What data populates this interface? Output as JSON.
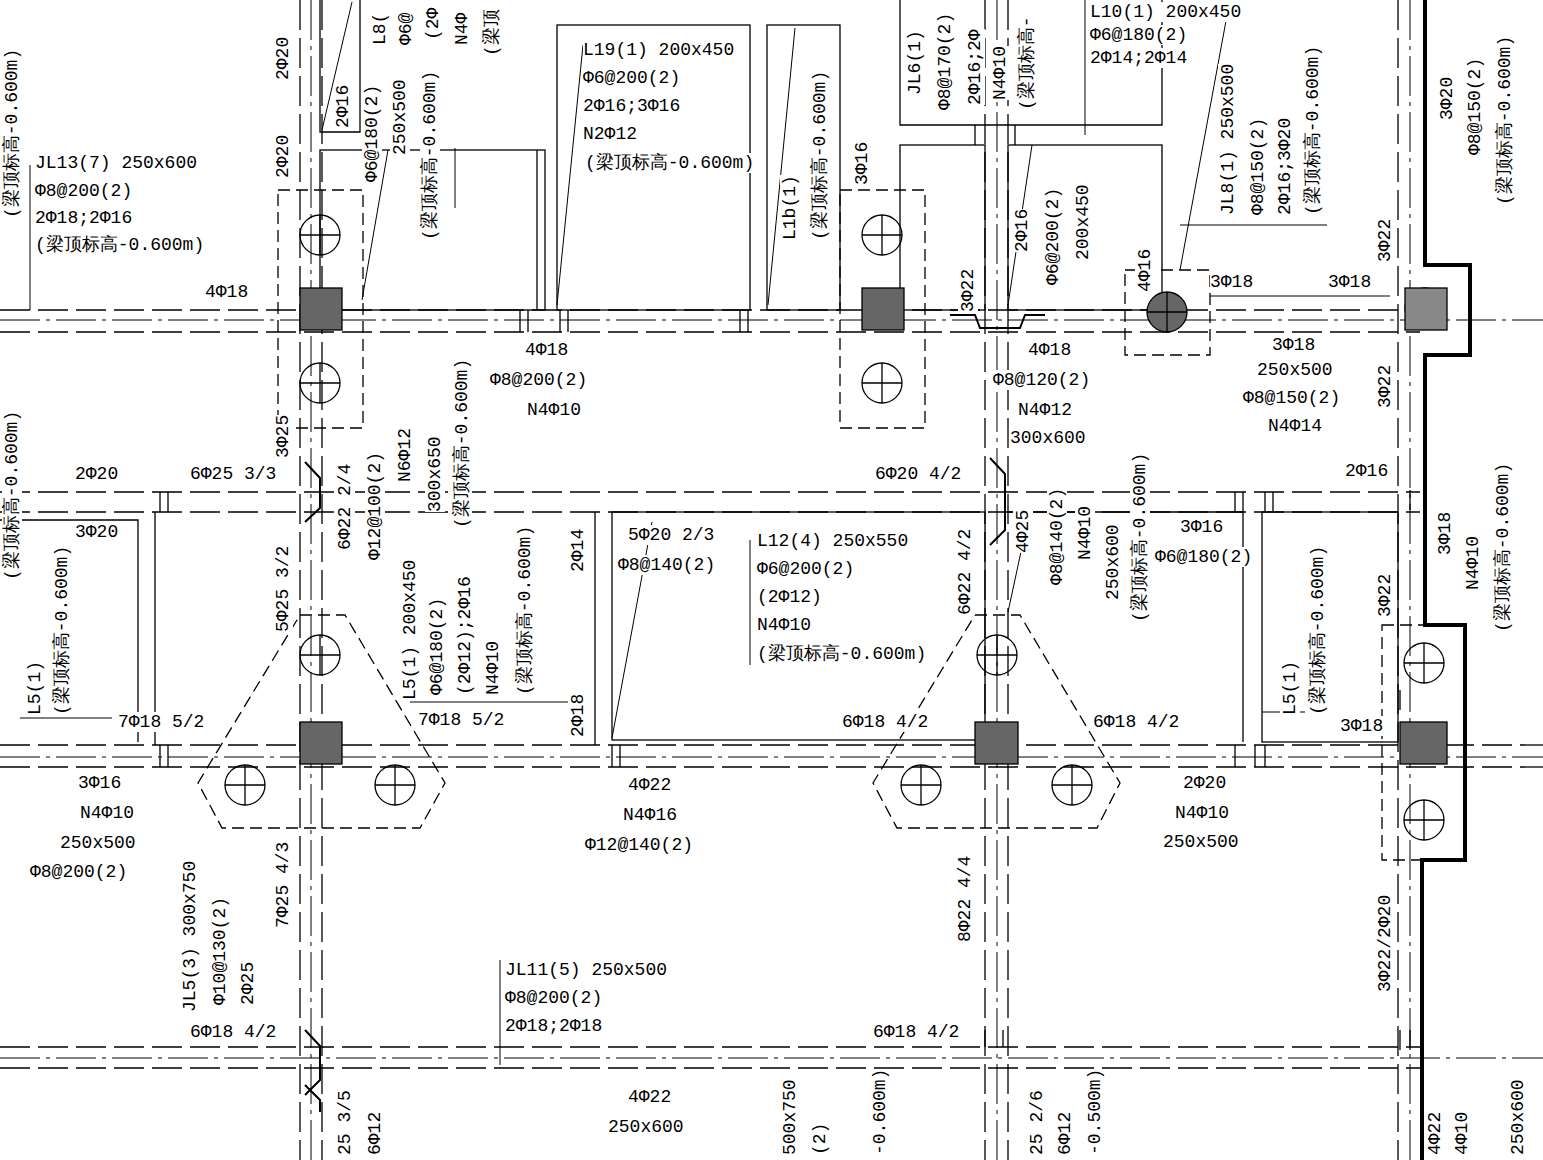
{
  "diagram": {
    "labels": [
      "(梁顶标高-0.600m)",
      "JL13(7) 250x600",
      "Φ8@200(2)",
      "2Φ18;2Φ16",
      "(梁顶标高-0.600m)",
      "4Φ18",
      "2Φ20",
      "2Φ20",
      "2Φ16",
      "Φ6@180(2)",
      "250x500",
      "(梁顶标高-0.600m)",
      "L8(",
      "Φ6@",
      "(2Φ",
      "N4Φ",
      "(梁顶",
      "L19(1) 200x450",
      "Φ6@200(2)",
      "2Φ16;3Φ16",
      "N2Φ12",
      "(梁顶标高-0.600m)",
      "L1b(1)",
      "(梁顶标高-0.600m)",
      "3Φ16",
      "3Φ22",
      "2Φ16",
      "Φ6@200(2)",
      "200x450",
      "JL6(1)",
      "Φ8@170(2)",
      "2Φ16;2Φ",
      "N4Φ10",
      "(梁顶标高-",
      "L10(1) 200x450",
      "Φ6@180(2)",
      "2Φ14;2Φ14",
      "JL8(1) 250x500",
      "Φ8@150(2)",
      "2Φ16;3Φ20",
      "(梁顶标高-0.600m)",
      "4Φ16",
      "3Φ18",
      "3Φ18",
      "3Φ22",
      "3Φ20",
      "Φ8@150(2)",
      "(梁顶标高-0.600m)",
      "4Φ18",
      "Φ8@200(2)",
      "N4Φ10",
      "4Φ18",
      "Φ8@120(2)",
      "N4Φ12",
      "300x600",
      "3Φ18",
      "250x500",
      "Φ8@150(2)",
      "N4Φ14",
      "3Φ22",
      "3Φ25",
      "(梁顶标高-0.600m)",
      "2Φ20",
      "6Φ25 3/3",
      "3Φ20",
      "6Φ22 2/4",
      "Φ12@100(2)",
      "N6Φ12",
      "300x650",
      "(梁顶标高-0.600m)",
      "L5(1) 200x450",
      "Φ6@180(2)",
      "(2Φ12);2Φ16",
      "N4Φ10",
      "(梁顶标高-0.600m)",
      "5Φ25 3/2",
      "L5(1)",
      "(梁顶标高-0.600m)",
      "2Φ14",
      "2Φ18",
      "5Φ20 2/3",
      "Φ8@140(2)",
      "L12(4) 250x550",
      "Φ6@200(2)",
      "(2Φ12)",
      "N4Φ10",
      "(梁顶标高-0.600m)",
      "6Φ20 4/2",
      "6Φ22 4/2",
      "4Φ25",
      "Φ8@140(2)",
      "N4Φ10",
      "250x600",
      "(梁顶标高-0.600m)",
      "3Φ16",
      "Φ6@180(2)",
      "L5(1)",
      "(梁顶标高-0.600m)",
      "2Φ16",
      "3Φ22",
      "3Φ18",
      "N4Φ10",
      "(梁顶标高-0.600m)",
      "7Φ18 5/2",
      "7Φ18 5/2",
      "6Φ18 4/2",
      "6Φ18 4/2",
      "3Φ18",
      "3Φ16",
      "N4Φ10",
      "250x500",
      "Φ8@200(2)",
      "4Φ22",
      "N4Φ16",
      "Φ12@140(2)",
      "2Φ20",
      "N4Φ10",
      "250x500",
      "7Φ25 4/3",
      "8Φ22 4/4",
      "JL5(3) 300x750",
      "Φ10@130(2)",
      "2Φ25",
      "3Φ22/2Φ20",
      "JL11(5) 250x500",
      "Φ8@200(2)",
      "2Φ18;2Φ18",
      "6Φ18 4/2",
      "6Φ18 4/2",
      "4Φ22",
      "250x600",
      "25 3/5",
      "6Φ12",
      "500x750",
      "(2)",
      "-0.600m)",
      "25 2/6",
      "6Φ12",
      "-0.500m)",
      "4Φ22",
      "4Φ10",
      "250x600"
    ]
  }
}
